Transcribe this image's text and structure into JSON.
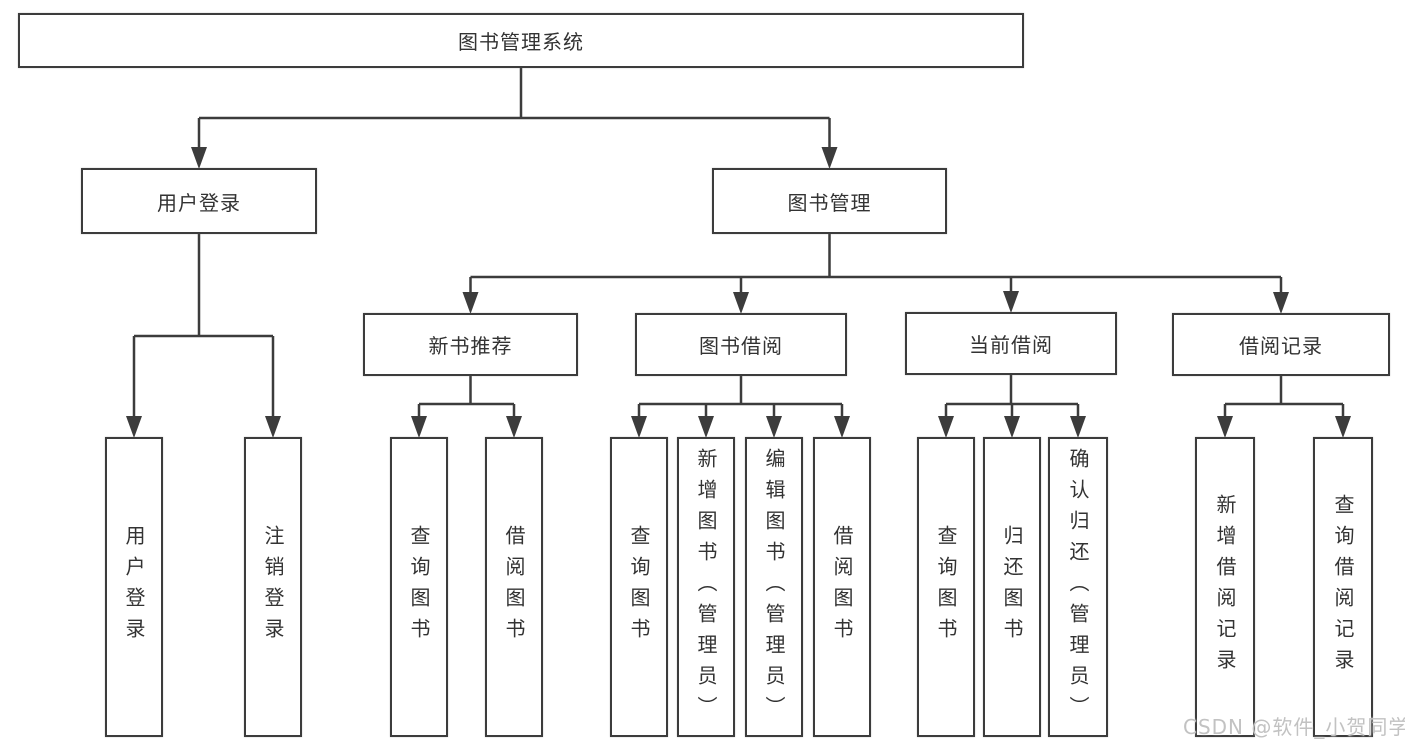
{
  "watermark": "CSDN @软件_小贺同学",
  "colors": {
    "line": "#3c3c3c",
    "text": "#333333",
    "box_background": "#ffffff",
    "watermark": "#c2c2c2"
  },
  "tree": {
    "label": "图书管理系统",
    "children": [
      {
        "label": "用户登录",
        "children": [
          {
            "label": "用户登录"
          },
          {
            "label": "注销登录"
          }
        ]
      },
      {
        "label": "图书管理",
        "children": [
          {
            "label": "新书推荐",
            "children": [
              {
                "label": "查询图书"
              },
              {
                "label": "借阅图书"
              }
            ]
          },
          {
            "label": "图书借阅",
            "children": [
              {
                "label": "查询图书"
              },
              {
                "label": "新增图书（管理员）"
              },
              {
                "label": "编辑图书（管理员）"
              },
              {
                "label": "借阅图书"
              }
            ]
          },
          {
            "label": "当前借阅",
            "children": [
              {
                "label": "查询图书"
              },
              {
                "label": "归还图书"
              },
              {
                "label": "确认归还（管理员）"
              }
            ]
          },
          {
            "label": "借阅记录",
            "children": [
              {
                "label": "新增借阅记录"
              },
              {
                "label": "查询借阅记录"
              }
            ]
          }
        ]
      }
    ]
  }
}
